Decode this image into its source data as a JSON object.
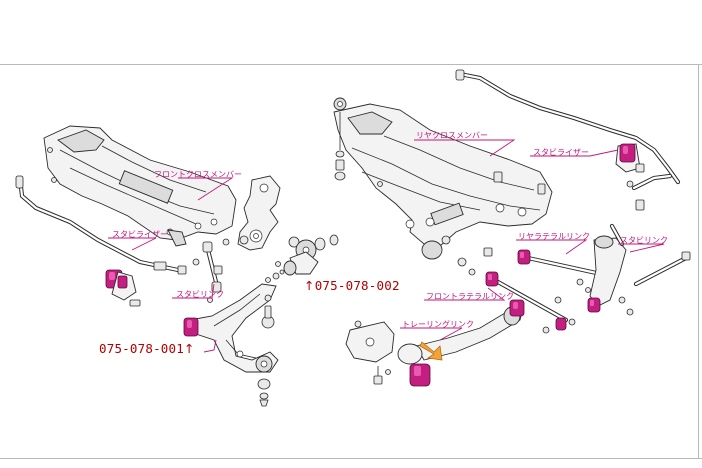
{
  "labels": {
    "front_crossmember": "フロントクロスメンバー",
    "rear_crossmember": "リヤクロスメンバー",
    "stabilizer_front": "スタビライザー",
    "stabilizer_rear": "スタビライザー",
    "stabilink_front": "スタビリンク",
    "stabilink_rear": "スタビリンク",
    "rear_lateral_link": "リヤラテラルリンク",
    "front_lateral_link": "フロントラテラルリンク",
    "trailing_link": "トレーリングリンク"
  },
  "part_numbers": {
    "front_lower_arm": "075-078-001",
    "front_lower_arm_arrow": "↑",
    "front_compression_bush": "075-078-002",
    "front_compression_bush_arrow": "↑"
  },
  "colors": {
    "label": "#c2177a",
    "part_number": "#b30000",
    "bushing": "#c21f80",
    "highlight_arrow": "#f2a33a"
  }
}
